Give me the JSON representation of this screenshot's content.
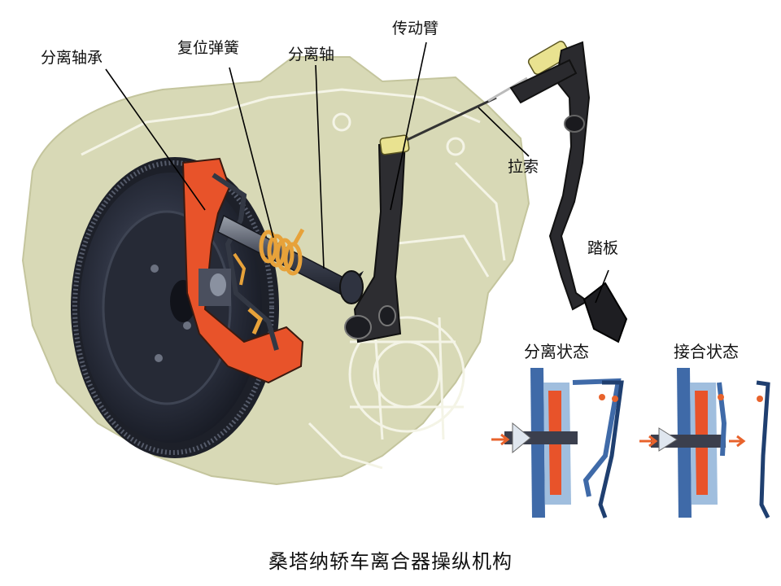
{
  "labels": {
    "release_bearing": "分离轴承",
    "return_spring": "复位弹簧",
    "release_shaft": "分离轴",
    "transmission_arm": "传动臂",
    "cable": "拉索",
    "pedal": "踏板"
  },
  "states": {
    "disengaged": "分离状态",
    "engaged": "接合状态"
  },
  "caption": "桑塔纳轿车离合器操纵机构",
  "colors": {
    "housing": "#d8d9b6",
    "housing_line": "#f4f4e6",
    "flywheel": "#2b2f3d",
    "clutch_orange": "#e8532a",
    "spring": "#e7a23a",
    "arm": "#2d2d31",
    "blue_part": "#3f6aa8",
    "arrow": "#e8632c"
  }
}
